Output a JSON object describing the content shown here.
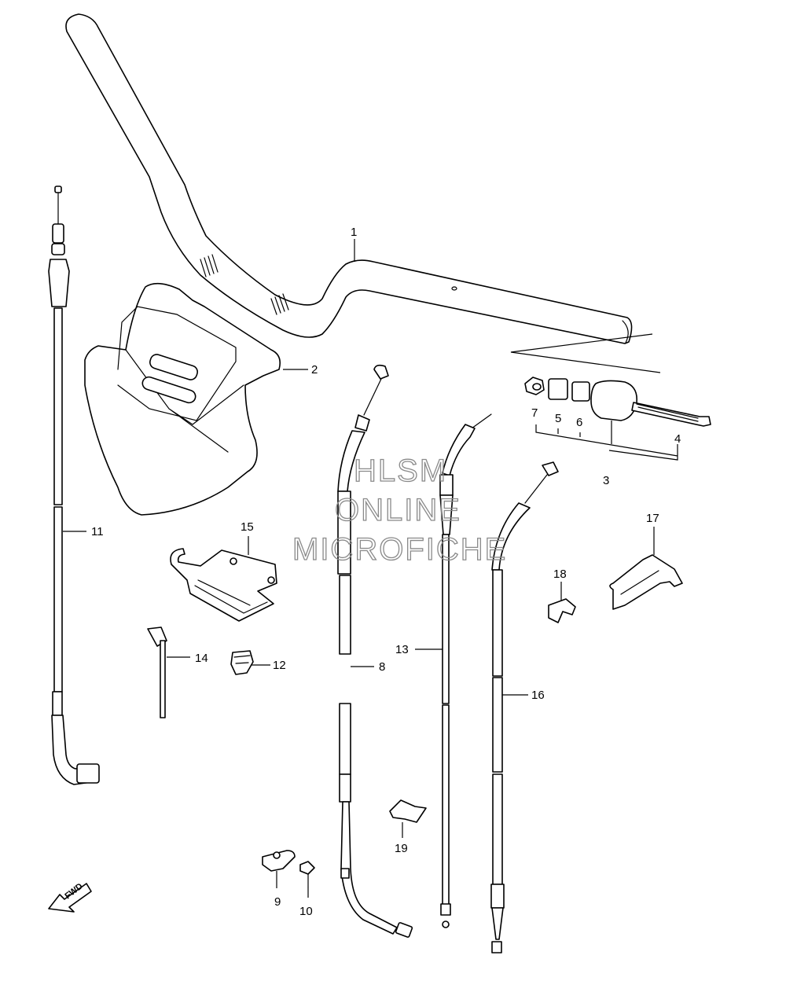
{
  "callouts": {
    "p1": "1",
    "p2": "2",
    "p3": "3",
    "p4": "4",
    "p5": "5",
    "p6": "6",
    "p7": "7",
    "p8": "8",
    "p9": "9",
    "p10": "10",
    "p11": "11",
    "p12": "12",
    "p13": "13",
    "p14": "14",
    "p15": "15",
    "p16": "16",
    "p17": "17",
    "p18": "18",
    "p19": "19"
  },
  "watermark": {
    "line1": "HLSM",
    "line2": "ONLINE",
    "line3": "MICROFICHE"
  },
  "direction_marker": {
    "label": "FWD",
    "icon": "forward-arrow-icon"
  }
}
